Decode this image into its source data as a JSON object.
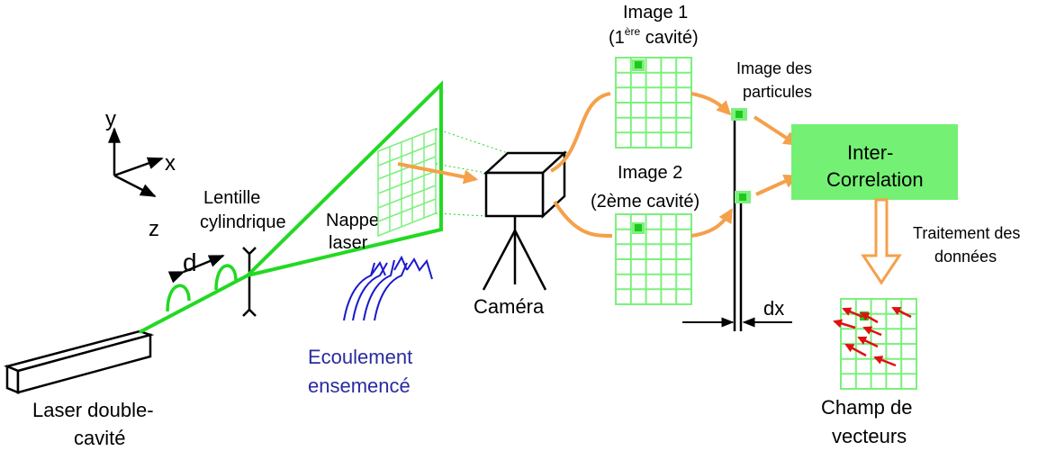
{
  "colors": {
    "laser_green": "#22d922",
    "grid_green": "#7cf07c",
    "grid_fill": "#eafbea",
    "particle": "#1ec81e",
    "orange": "#f5a04a",
    "blue_flow": "#1a1acc",
    "red_vector": "#e01010",
    "box_green": "#74f074"
  },
  "labels": {
    "axis_y": "y",
    "axis_x": "x",
    "axis_z": "z",
    "lens_line1": "Lentille",
    "lens_line2": "cylindrique",
    "spacing_d": "d",
    "sheet_line1": "Nappe",
    "sheet_line2": "laser",
    "laser_line1": "Laser double-",
    "laser_line2": "cavité",
    "flow_line1": "Ecoulement",
    "flow_line2": "ensemencé",
    "camera": "Caméra",
    "image1_line1": "Image 1",
    "image1_paren_open": "(1",
    "image1_sup": "ère",
    "image1_paren_close": " cavité)",
    "image2_line1": "Image 2",
    "image2_line2": "(2ème cavité)",
    "particles_line1": "Image des",
    "particles_line2": "particules",
    "dx": "dx",
    "corr_line1": "Inter-",
    "corr_line2": "Correlation",
    "processing_line1": "Traitement des",
    "processing_line2": "données",
    "field_line1": "Champ de",
    "field_line2": "vecteurs"
  },
  "icons": [
    "axis-triad-icon",
    "laser-box-icon",
    "cylindrical-lens-icon",
    "camera-icon",
    "tripod-icon",
    "flow-streamlines-icon",
    "vector-arrows-icon"
  ]
}
